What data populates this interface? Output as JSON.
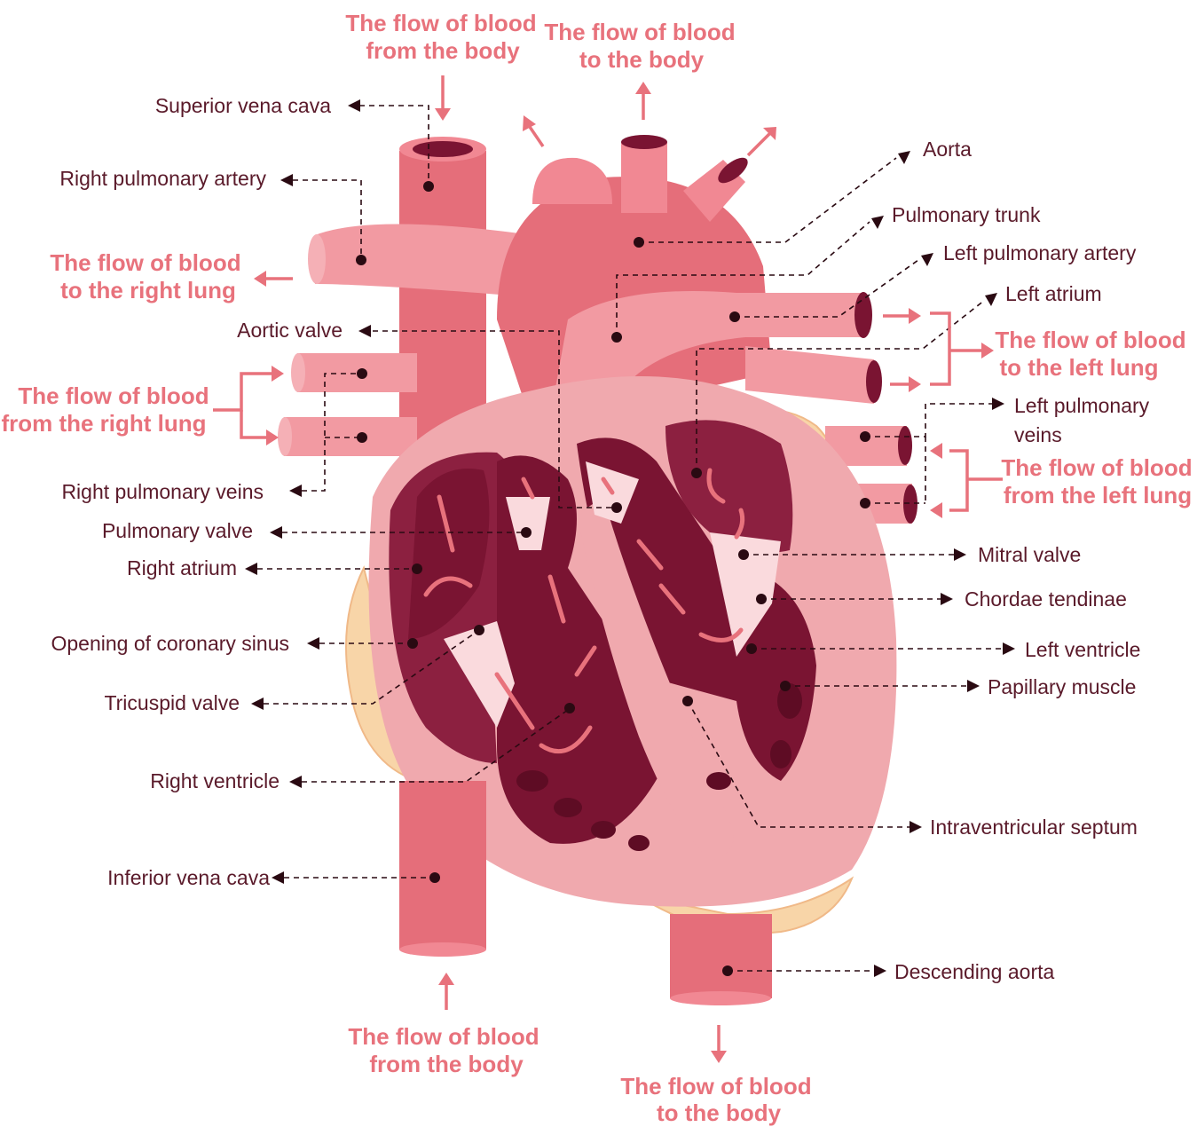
{
  "labels": {
    "superior_vena_cava": "Superior vena cava",
    "right_pulmonary_artery": "Right pulmonary artery",
    "aortic_valve": "Aortic valve",
    "right_pulmonary_veins": "Right pulmonary veins",
    "pulmonary_valve": "Pulmonary valve",
    "right_atrium": "Right atrium",
    "opening_coronary_sinus": "Opening of coronary sinus",
    "tricuspid_valve": "Tricuspid valve",
    "right_ventricle": "Right ventricle",
    "inferior_vena_cava": "Inferior vena cava",
    "aorta": "Aorta",
    "pulmonary_trunk": "Pulmonary trunk",
    "left_pulmonary_artery": "Left pulmonary artery",
    "left_atrium": "Left atrium",
    "left_pulmonary_veins_1": "Left pulmonary",
    "left_pulmonary_veins_2": "veins",
    "mitral_valve": "Mitral valve",
    "chordae_tendinae": "Chordae tendinae",
    "left_ventricle": "Left ventricle",
    "papillary_muscle": "Papillary muscle",
    "intraventricular_septum": "Intraventricular septum",
    "descending_aorta": "Descending aorta"
  },
  "flows": {
    "from_body_top_1": "The flow of blood",
    "from_body_top_2": "from the body",
    "to_body_top_1": "The flow of blood",
    "to_body_top_2": "to the body",
    "right_lung_1": "The flow of blood",
    "right_lung_2": "to the right lung",
    "from_right_lung_1": "The flow of blood",
    "from_right_lung_2": "from the right lung",
    "left_lung_1": "The flow of blood",
    "left_lung_2": "to the left lung",
    "from_left_lung_1": "The flow of blood",
    "from_left_lung_2": "from the left lung",
    "from_body_bottom_1": "The flow of blood",
    "from_body_bottom_2": "from the body",
    "to_body_bottom_1": "The flow of blood",
    "to_body_bottom_2": "to the body"
  },
  "colors": {
    "flow_text": "#e8727c",
    "label_text": "#5a1a2a",
    "vessel": "#e56e7a",
    "chamber": "#7a1432",
    "fat": "#f8d5a8"
  }
}
